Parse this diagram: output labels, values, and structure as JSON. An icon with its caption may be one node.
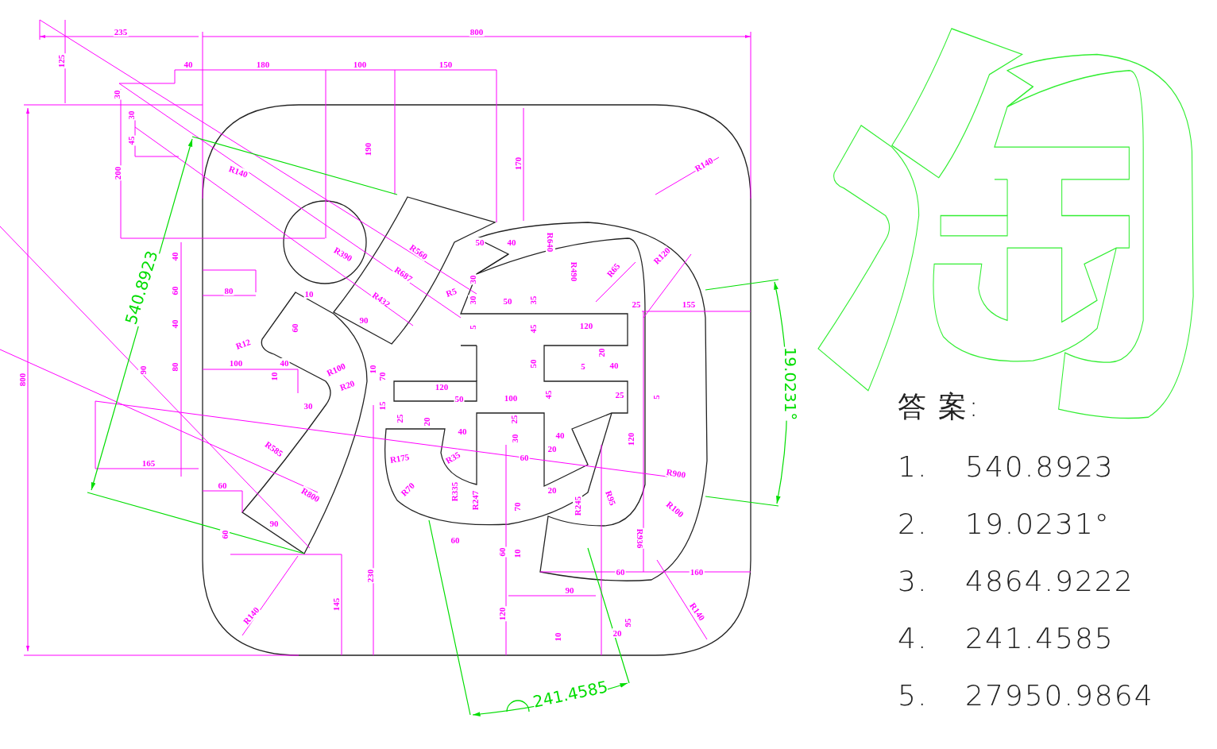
{
  "diagram": {
    "labels": [
      "235",
      "800",
      "125",
      "40",
      "180",
      "100",
      "150",
      "30",
      "30",
      "45",
      "200",
      "190",
      "170",
      "R140",
      "R140",
      "540.8923",
      "R390",
      "R560",
      "R687",
      "50",
      "40",
      "R640",
      "R490",
      "R65",
      "R120",
      "40",
      "80",
      "60",
      "10",
      "R432",
      "R5",
      "30",
      "30",
      "50",
      "35",
      "25",
      "155",
      "19.0231°",
      "40",
      "90",
      "60",
      "5",
      "45",
      "120",
      "R12",
      "20",
      "90",
      "80",
      "100",
      "40",
      "10",
      "R100",
      "10",
      "5",
      "40",
      "50",
      "70",
      "R20",
      "120",
      "30",
      "50",
      "100",
      "45",
      "25",
      "5",
      "15",
      "25",
      "20",
      "25",
      "R585",
      "40",
      "40",
      "30",
      "20",
      "120",
      "R175",
      "R35",
      "60",
      "165",
      "R900",
      "R800",
      "60",
      "R70",
      "R335",
      "R247",
      "20",
      "R245",
      "R95",
      "R100",
      "70",
      "90",
      "60",
      "60",
      "R936",
      "60",
      "10",
      "60",
      "160",
      "800",
      "90",
      "145",
      "230",
      "R140",
      "R140",
      "120",
      "95",
      "20",
      "10",
      "241.4585",
      "答 案:",
      "1.",
      "540.8923",
      "2.",
      "19.0231°",
      "3.",
      "4864.9222",
      "4.",
      "241.4585",
      "5.",
      "27950.9864"
    ]
  }
}
